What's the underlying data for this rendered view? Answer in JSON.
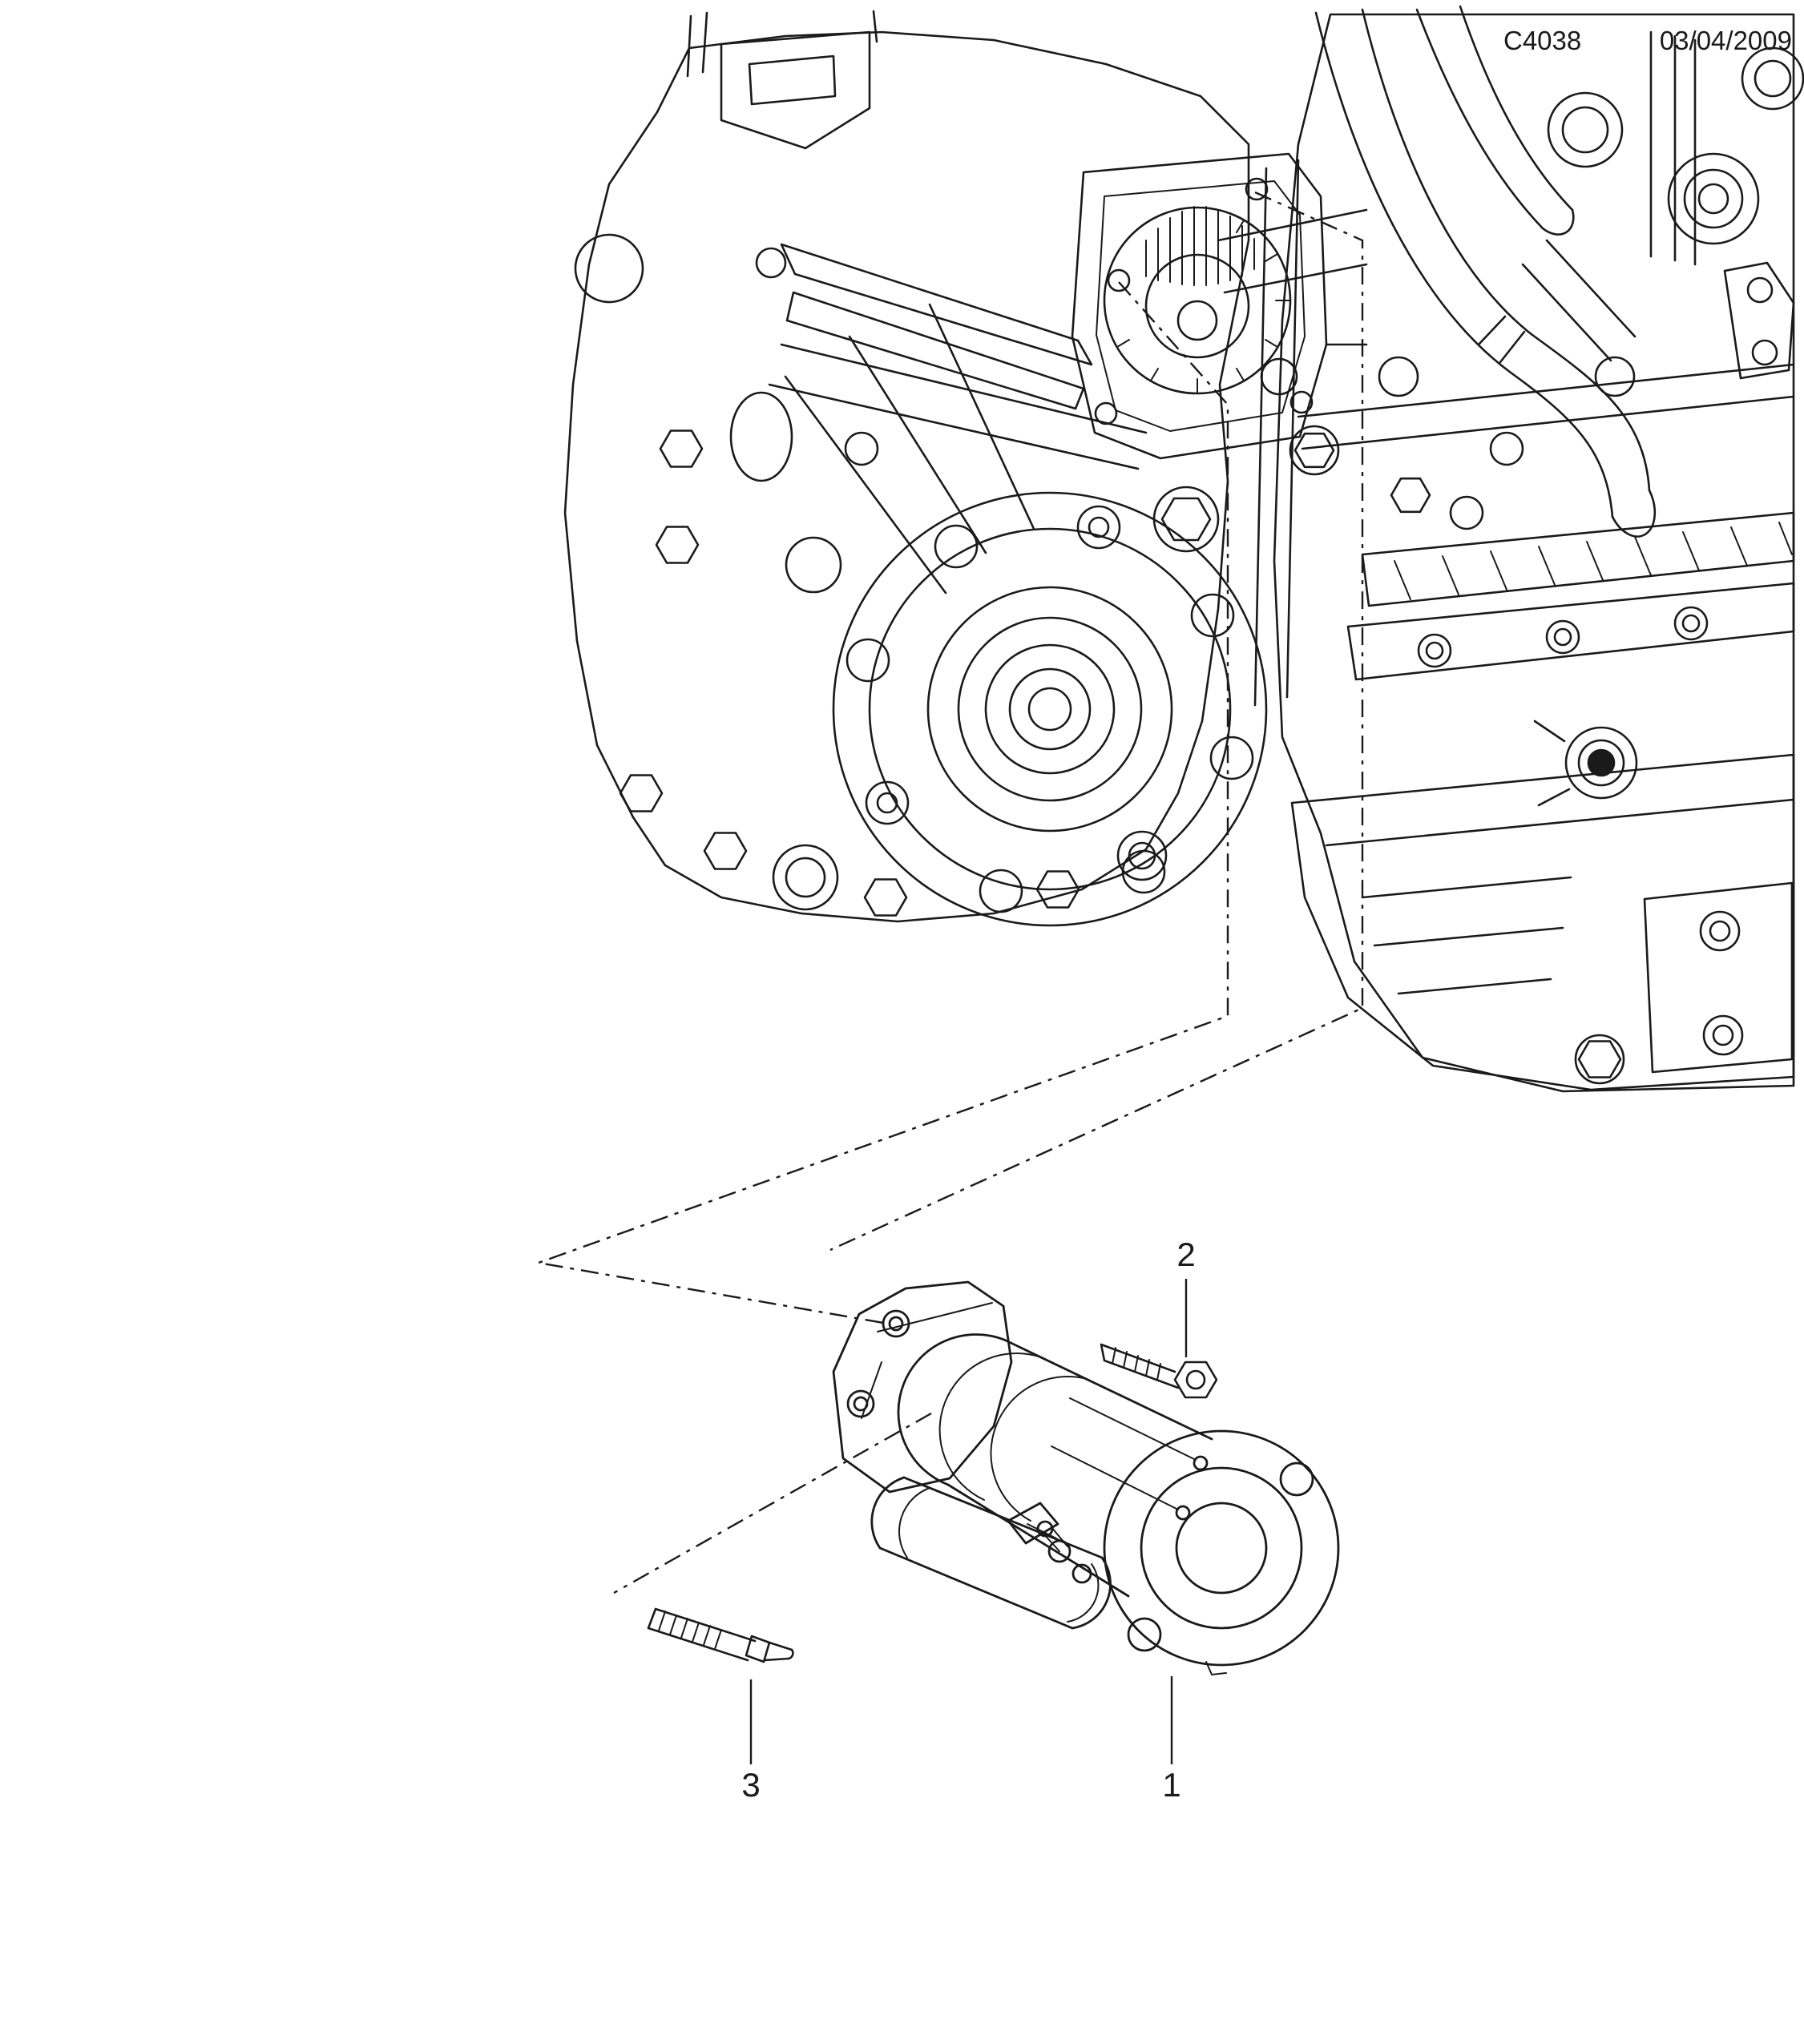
{
  "header": {
    "code": "C4038",
    "date": "03/04/2009"
  },
  "callouts": {
    "starter": {
      "label": "1"
    },
    "bolt": {
      "label": "2"
    },
    "stud": {
      "label": "3"
    }
  },
  "colors": {
    "ink": "#1a1a1a",
    "background": "#ffffff"
  }
}
